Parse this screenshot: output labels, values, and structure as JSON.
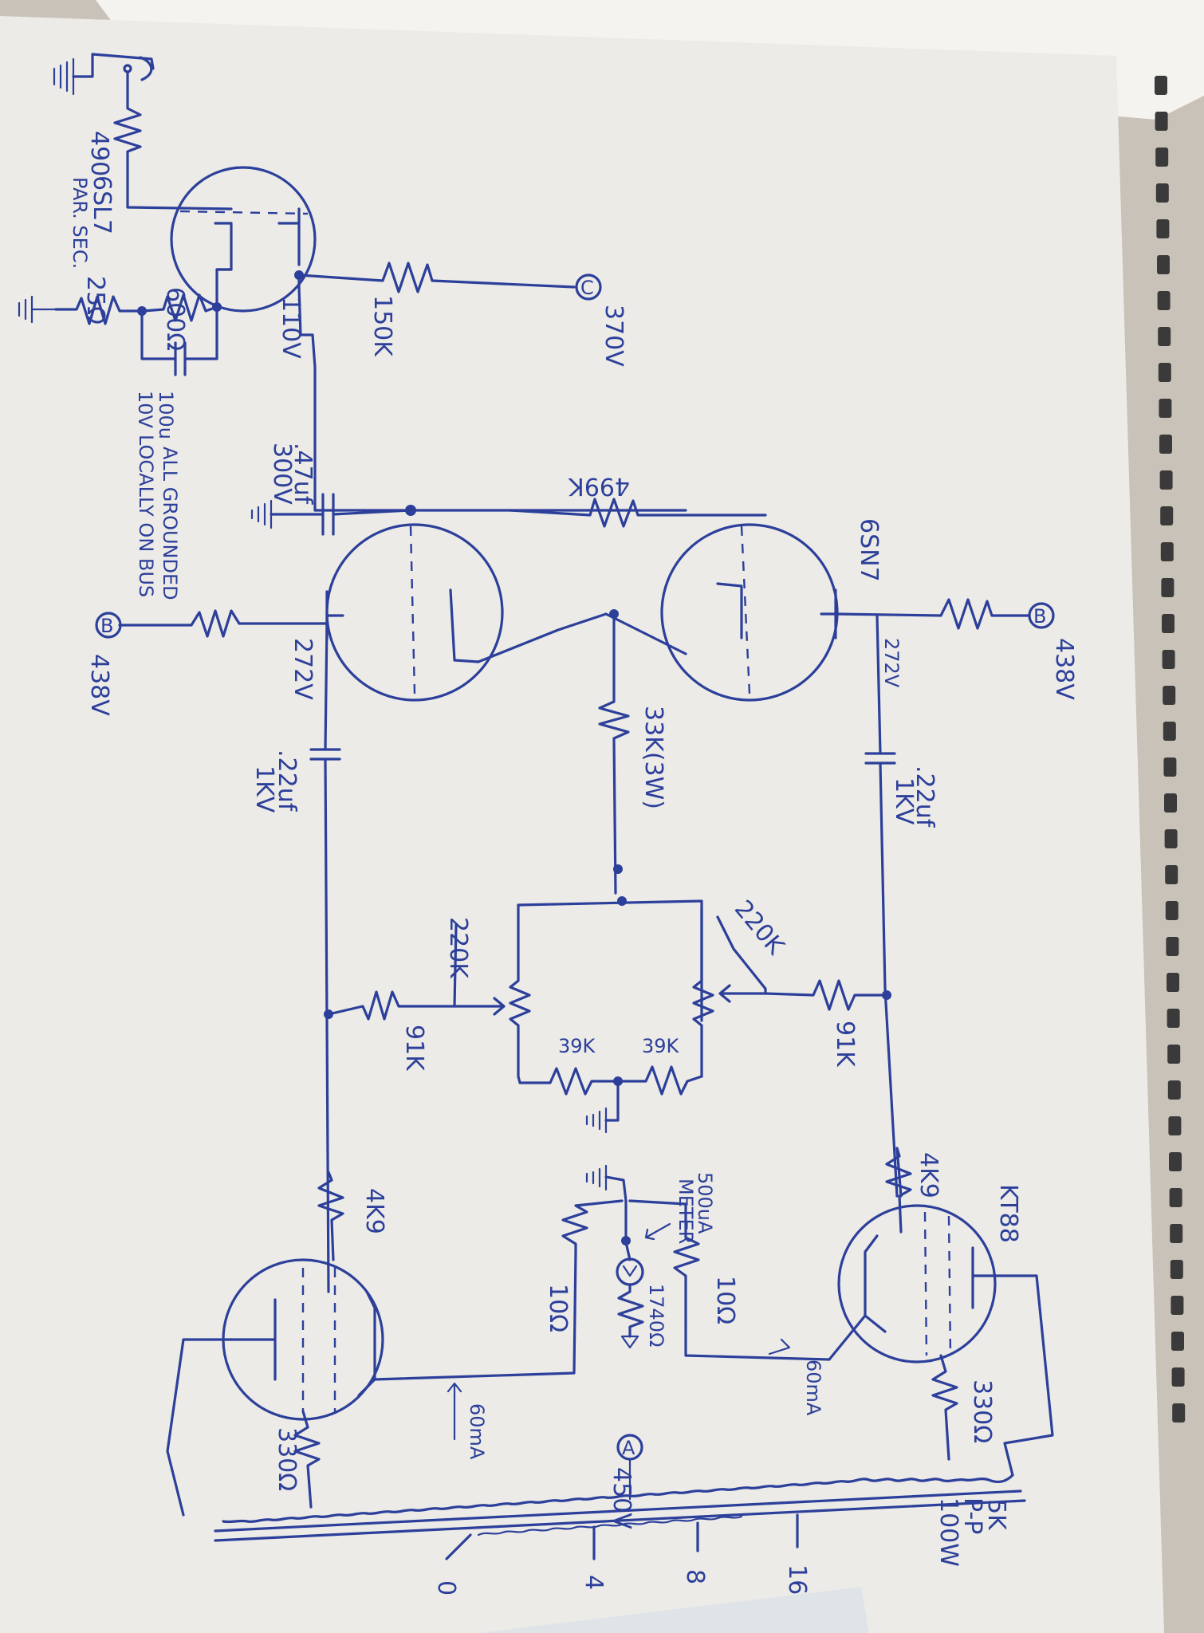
{
  "tubes": {
    "input": {
      "type": "6SL7",
      "note": "PAR. SEC."
    },
    "driver": {
      "type": "6SN7"
    },
    "output": {
      "type": "KT88"
    }
  },
  "labels": {
    "r_grid_in": "490",
    "r_cathode_top": "600Ω",
    "r_cathode_bottom": "25Ω",
    "cap_cathode": "100u",
    "cap_cathode_v": "10V",
    "v_plate_in": "110V",
    "r_plate_in": "150K",
    "rail_c": "370V",
    "rail_c_node": "C",
    "r_feedback": "499K",
    "cap_bypass": ".47uf",
    "cap_bypass_v": "300V",
    "ground_note_1": "ALL GROUNDED",
    "ground_note_2": "LOCALLY ON BUS",
    "rail_b_node": "B",
    "rail_b": "438V",
    "v_plate_drv": "272V",
    "r_tail": "33K(3W)",
    "cap_couple": ".22uf",
    "cap_couple_v": "1KV",
    "pot_bias": "220K",
    "r_grid_out": "91K",
    "r_bias_a": "39K",
    "r_bias_b": "39K",
    "r_grid_stop": "4K9",
    "r_screen": "330Ω",
    "r_sense": "10Ω",
    "r_meter": "1740Ω",
    "meter": "500uA",
    "meter_word": "METER",
    "current": "60mA",
    "rail_a_node": "A",
    "rail_a": "450V",
    "ot_spec_1": "5K",
    "ot_spec_2": "P-P",
    "ot_spec_3": "100W",
    "tap_16": "16",
    "tap_8": "8",
    "tap_4": "4",
    "tap_0": "0"
  },
  "colors": {
    "ink": "#2c3f9a",
    "paper": "#ecebe7",
    "desk": "#c9c2b8"
  }
}
